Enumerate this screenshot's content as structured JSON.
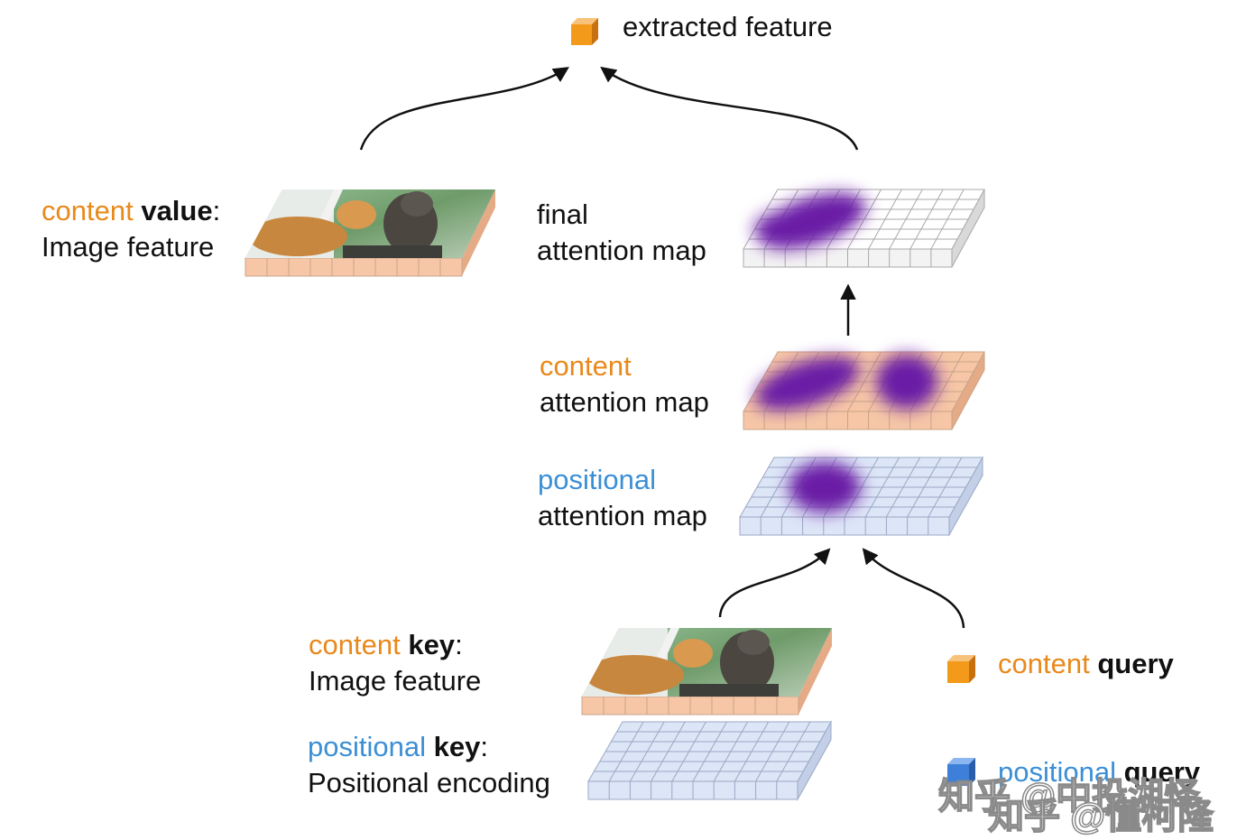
{
  "title": {
    "text": "extracted feature"
  },
  "content_value": {
    "colored": "content",
    "bold": "value",
    "suffix": ":",
    "line2": "Image feature"
  },
  "final_map": {
    "line1": "final",
    "line2": "attention map"
  },
  "content_map": {
    "colored": "content",
    "line2": "attention map"
  },
  "positional_map": {
    "colored": "positional",
    "line2": "attention map"
  },
  "content_key": {
    "colored": "content",
    "bold": "key",
    "suffix": ":",
    "line2": "Image feature"
  },
  "positional_key": {
    "colored": "positional",
    "bold": "key",
    "suffix": ":",
    "line2": "Positional encoding"
  },
  "content_query": {
    "colored": "content",
    "bold": "query"
  },
  "positional_query": {
    "colored": "positional",
    "bold": "query"
  },
  "watermark": {
    "line1": "知乎 @中投湘怿",
    "line2": "知乎 @懂柯隆"
  },
  "colors": {
    "orange": "#e8891c",
    "blue": "#3a8fd6",
    "salmon": "#f6c6a6",
    "lightblue": "#dde6f7",
    "purple": "#6a1fa6",
    "cube_orange": "#f49a1a",
    "cube_blue": "#3d7fd9"
  }
}
